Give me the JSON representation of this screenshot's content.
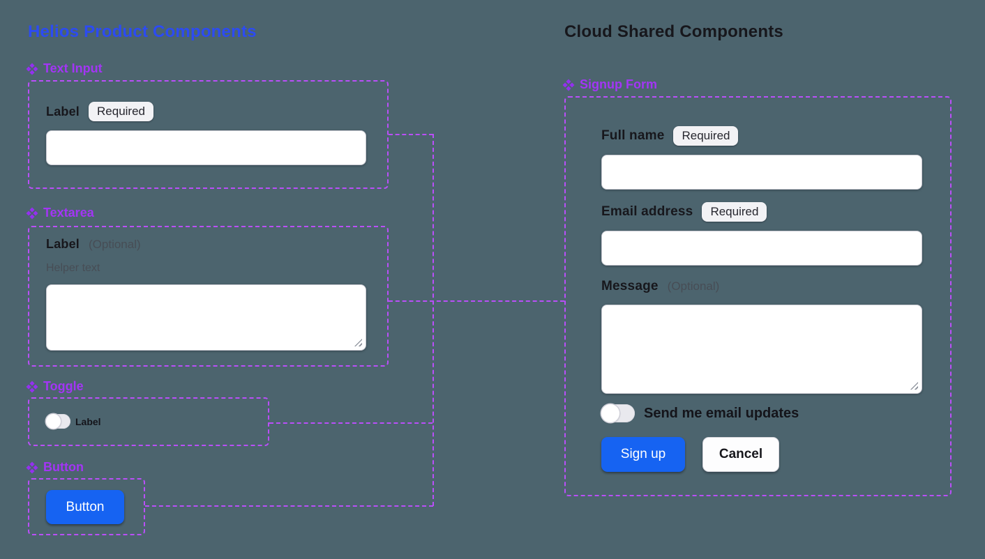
{
  "background": "#4C646E",
  "left": {
    "title": "Helios Product Components",
    "title_color": "#2C4BF2",
    "components": {
      "text_input": {
        "name": "Text Input",
        "label": "Label",
        "badge": "Required"
      },
      "textarea": {
        "name": "Textarea",
        "label": "Label",
        "optional": "(Optional)",
        "helper": "Helper text"
      },
      "toggle": {
        "name": "Toggle",
        "label": "Label"
      },
      "button": {
        "name": "Button",
        "button_text": "Button"
      }
    }
  },
  "right": {
    "title": "Cloud Shared Components",
    "signup": {
      "name": "Signup Form",
      "full_name": {
        "label": "Full name",
        "badge": "Required"
      },
      "email": {
        "label": "Email address",
        "badge": "Required"
      },
      "message": {
        "label": "Message",
        "optional": "(Optional)"
      },
      "toggle_label": "Send me email updates",
      "signup_button": "Sign up",
      "cancel_button": "Cancel"
    }
  },
  "colors": {
    "background": "#4C646E",
    "heading_blue": "#2C4BF2",
    "heading_dark": "#17171C",
    "component_purple": "#A335F5",
    "frame_dash_purple": "#BA4FF9",
    "primary_blue": "#1663F2",
    "badge_bg": "#F2F2F5",
    "muted_text": "#474D55"
  }
}
